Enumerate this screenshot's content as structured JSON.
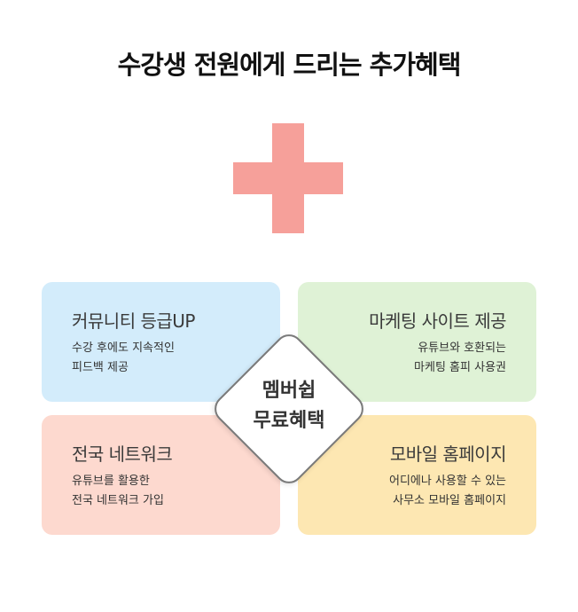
{
  "title": "수강생 전원에게 드리는 추가혜택",
  "colors": {
    "plus": "#f6a09a",
    "community": "#d3ecfb",
    "marketing": "#dff2d6",
    "network": "#fdd9cf",
    "mobile": "#fde7b2"
  },
  "icons": {
    "plus": "plus-icon"
  },
  "center": {
    "line1": "멤버쉽",
    "line2": "무료혜택"
  },
  "cards": {
    "community": {
      "title": "커뮤니티 등급UP",
      "desc1": "수강 후에도 지속적인",
      "desc2": "피드백 제공"
    },
    "marketing": {
      "title": "마케팅 사이트 제공",
      "desc1": "유튜브와 호환되는",
      "desc2": "마케팅 홈피 사용권"
    },
    "network": {
      "title": "전국 네트워크",
      "desc1": "유튜브를 활용한",
      "desc2": "전국 네트워크 가입"
    },
    "mobile": {
      "title": "모바일 홈페이지",
      "desc1": "어디에나 사용할 수 있는",
      "desc2": "사무소 모바일 홈페이지"
    }
  }
}
